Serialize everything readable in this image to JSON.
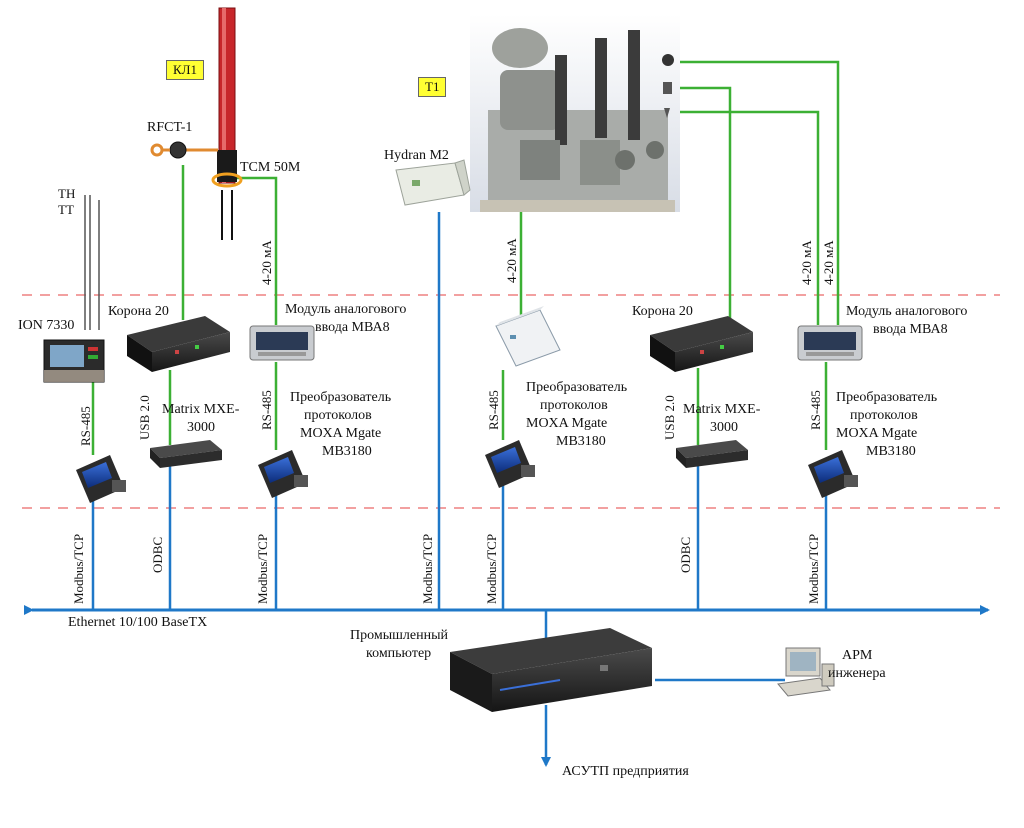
{
  "colors": {
    "ethernet": "#1f78c8",
    "analog": "#3cb034",
    "zone_divider": "#f2a0a0",
    "tag_bg": "#ffff33",
    "device_dark": "#2a2a2a"
  },
  "tags": {
    "cable_line": "КЛ1",
    "transformer": "Т1"
  },
  "labels": {
    "rfct": "RFCT-1",
    "tcm": "TCM 50M",
    "th": "ТН",
    "tt": "ТТ",
    "hydran": "Hydran M2",
    "ion": "ION 7330",
    "korona_left": "Корона 20",
    "korona_right": "Корона 20",
    "mva_left_1": "Модуль аналогового",
    "mva_left_2": "ввода МВА8",
    "mva_right_1": "Модуль аналогового",
    "mva_right_2": "ввода МВА8",
    "matrix_left_1": "Matrix MXE-",
    "matrix_left_2": "3000",
    "matrix_right_1": "Matrix MXE-",
    "matrix_right_2": "3000",
    "moxa_left_1": "Преобразователь",
    "moxa_left_2": "протоколов",
    "moxa_left_3": "MOXA Mgate",
    "moxa_left_4": "MB3180",
    "moxa_mid_1": "Преобразователь",
    "moxa_mid_2": "протоколов",
    "moxa_mid_3": "MOXA Mgate",
    "moxa_mid_4": "MB3180",
    "moxa_right_1": "Преобразователь",
    "moxa_right_2": "протоколов",
    "moxa_right_3": "MOXA Mgate",
    "moxa_right_4": "MB3180",
    "ethernet": "Ethernet 10/100 BaseTX",
    "ipc_1": "Промышленный",
    "ipc_2": "компьютер",
    "arm_1": "АРМ",
    "arm_2": "инженера",
    "asutp": "АСУТП предприятия"
  },
  "link_labels": {
    "ma_1": "4-20 мА",
    "ma_2": "4-20 мА",
    "ma_3": "4-20 мА",
    "ma_4": "4-20 мА",
    "rs485_1": "RS-485",
    "rs485_2": "RS-485",
    "rs485_3": "RS-485",
    "rs485_4": "RS-485",
    "usb_1": "USB 2.0",
    "usb_2": "USB 2.0",
    "modbus_1": "Modbus/TCP",
    "modbus_2": "Modbus/TCP",
    "modbus_3": "Modbus/TCP",
    "modbus_4": "Modbus/TCP",
    "modbus_5": "Modbus/TCP",
    "odbc_1": "ODBC",
    "odbc_2": "ODBC"
  }
}
